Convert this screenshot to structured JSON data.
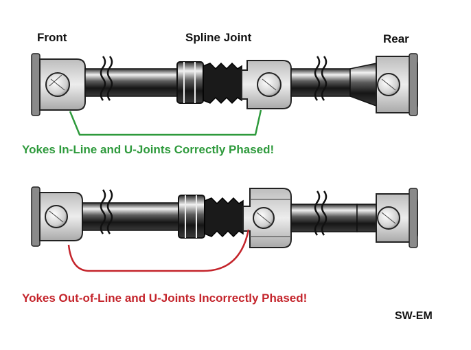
{
  "labels": {
    "front": "Front",
    "spline_joint": "Spline Joint",
    "rear": "Rear"
  },
  "captions": {
    "correct": "Yokes In-Line and U-Joints Correctly Phased!",
    "incorrect": "Yokes Out-of-Line and U-Joints Incorrectly Phased!"
  },
  "credit": "SW-EM",
  "colors": {
    "correct": "#2e9a3c",
    "incorrect": "#c4242b",
    "metal_dark": "#1e1e1e",
    "metal_light": "#d9d9d9"
  }
}
